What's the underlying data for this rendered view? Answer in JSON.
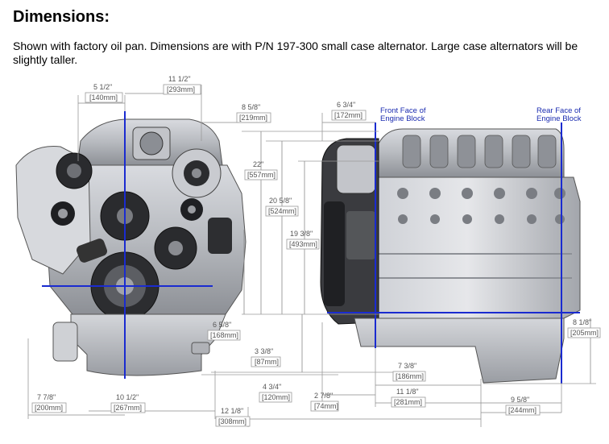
{
  "heading": "Dimensions:",
  "description": "Shown with factory oil pan. Dimensions are with P/N 197-300 small case alternator.  Large case alternators will be slightly taller.",
  "annotations": {
    "front_face": [
      "Front Face of",
      "Engine Block"
    ],
    "rear_face": [
      "Rear Face of",
      "Engine Block"
    ]
  },
  "dimensions": {
    "d_5_1_2": {
      "in": "5 1/2\"",
      "mm": "140mm"
    },
    "d_11_1_2": {
      "in": "11 1/2\"",
      "mm": "293mm"
    },
    "d_8_5_8": {
      "in": "8 5/8\"",
      "mm": "219mm"
    },
    "d_6_3_4": {
      "in": "6 3/4\"",
      "mm": "172mm"
    },
    "d_22": {
      "in": "22\"",
      "mm": "557mm"
    },
    "d_20_5_8": {
      "in": "20 5/8\"",
      "mm": "524mm"
    },
    "d_19_3_8": {
      "in": "19 3/8\"",
      "mm": "493mm"
    },
    "d_6_5_8": {
      "in": "6 5/8\"",
      "mm": "168mm"
    },
    "d_3_3_8": {
      "in": "3 3/8\"",
      "mm": "87mm"
    },
    "d_8_1_8": {
      "in": "8 1/8\"",
      "mm": "205mm"
    },
    "d_7_3_8": {
      "in": "7 3/8\"",
      "mm": "186mm"
    },
    "d_4_3_4": {
      "in": "4 3/4\"",
      "mm": "120mm"
    },
    "d_2_7_8": {
      "in": "2 7/8\"",
      "mm": "74mm"
    },
    "d_11_1_8": {
      "in": "11 1/8\"",
      "mm": "281mm"
    },
    "d_7_7_8": {
      "in": "7 7/8\"",
      "mm": "200mm"
    },
    "d_10_1_2": {
      "in": "10 1/2\"",
      "mm": "267mm"
    },
    "d_12_1_8": {
      "in": "12 1/8\"",
      "mm": "308mm"
    },
    "d_9_5_8": {
      "in": "9 5/8\"",
      "mm": "244mm"
    }
  }
}
